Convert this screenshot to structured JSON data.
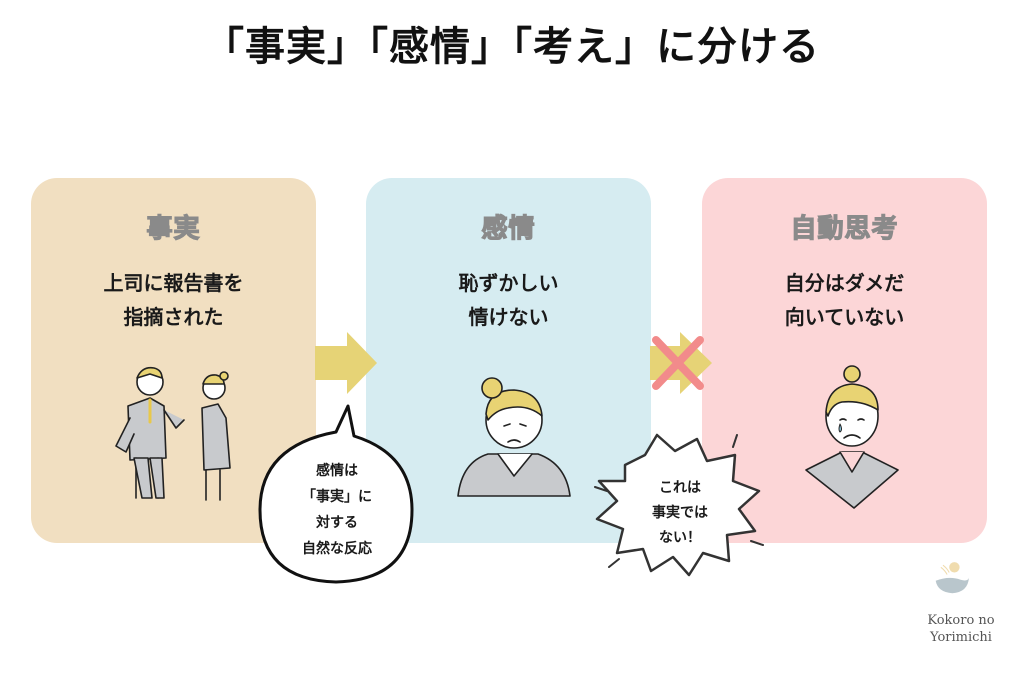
{
  "title": "「事実」「感情」「考え」に分ける",
  "cards": [
    {
      "heading": "事実",
      "lines": [
        "上司に報告書を",
        "指摘された"
      ],
      "background": "#f1dfc1",
      "illustration": "boss-and-employee-illustration"
    },
    {
      "heading": "感情",
      "lines": [
        "恥ずかしい",
        "情けない"
      ],
      "background": "#d6ecf1",
      "illustration": "embarrassed-woman-illustration"
    },
    {
      "heading": "自動思考",
      "lines": [
        "自分はダメだ",
        "向いていない"
      ],
      "background": "#fcd6d7",
      "illustration": "crying-woman-illustration"
    }
  ],
  "arrows": [
    {
      "icon": "arrow-right-icon",
      "color": "#e6d376"
    },
    {
      "icon": "arrow-right-crossed-icon",
      "color": "#e6d376",
      "cross_color": "#f28b8b"
    }
  ],
  "bubbles": {
    "speech": {
      "lines": [
        "感情は",
        "「事実」に",
        "対する",
        "自然な反応"
      ]
    },
    "shout": {
      "lines": [
        "これは",
        "事実では",
        "ない！"
      ]
    }
  },
  "logo": {
    "icon": "sun-over-hills-logo-icon",
    "lines": [
      "Kokoro no",
      "Yorimichi"
    ],
    "sun_color": "#f0dcae",
    "hill_color": "#b9c6cc"
  }
}
